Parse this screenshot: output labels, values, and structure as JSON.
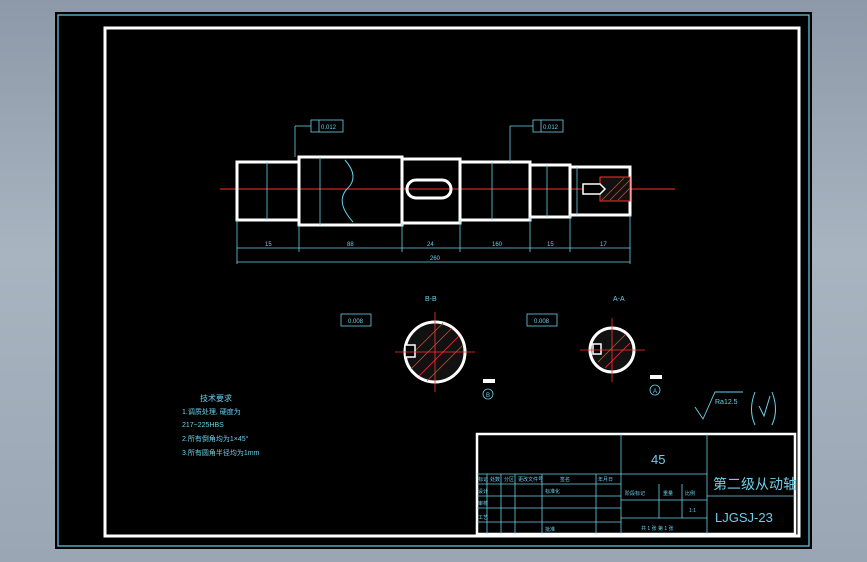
{
  "drawing": {
    "dim_values": {
      "d1": "15",
      "d2": "88",
      "d3": "24",
      "d4": "160",
      "d5": "15",
      "d6": "17",
      "d7": "260"
    },
    "tolerances": {
      "t1": "0.012",
      "t2": "0.012",
      "t3": "0.008",
      "t4": "0.008"
    },
    "section_labels": {
      "left": "B-B",
      "right": "A-A"
    },
    "datum_labels": {
      "a": "A",
      "b": "B"
    },
    "roughness_general": "Ra12.5",
    "tech_req": {
      "title": "技术要求",
      "line1": "1.调质处理, 硬度为",
      "line2": "217~225HBS",
      "line3": "2.所有倒角均为1×45°",
      "line4": "3.所有圆角半径均为1mm"
    },
    "title_block": {
      "material": "45",
      "part_name": "第二级从动轴",
      "drawing_no": "LJGSJ-23",
      "header_cells": [
        "标记",
        "处数",
        "分区",
        "更改文件号",
        "签名",
        "年月日"
      ],
      "row_labels": [
        "设计",
        "审核",
        "工艺"
      ],
      "standardization": "标准化",
      "approval": "批准",
      "stage_mark": "阶段标记",
      "weight": "重量",
      "scale_label": "比例",
      "scale_value": "1:1",
      "sheets": "共 1 张 第 1 张"
    }
  }
}
